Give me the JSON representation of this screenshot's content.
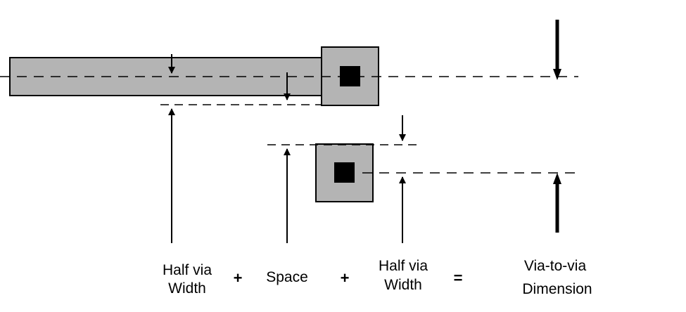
{
  "labels": {
    "half_via_width_1_line1": "Half via",
    "half_via_width_1_line2": "Width",
    "plus_1": "+",
    "space": "Space",
    "plus_2": "+",
    "half_via_width_2_line1": "Half via",
    "half_via_width_2_line2": "Width",
    "equals": "=",
    "result_line1": "Via-to-via",
    "result_line2": "Dimension"
  },
  "colors": {
    "fill_gray": "#b4b4b4",
    "stroke": "#000000",
    "background": "#ffffff"
  }
}
